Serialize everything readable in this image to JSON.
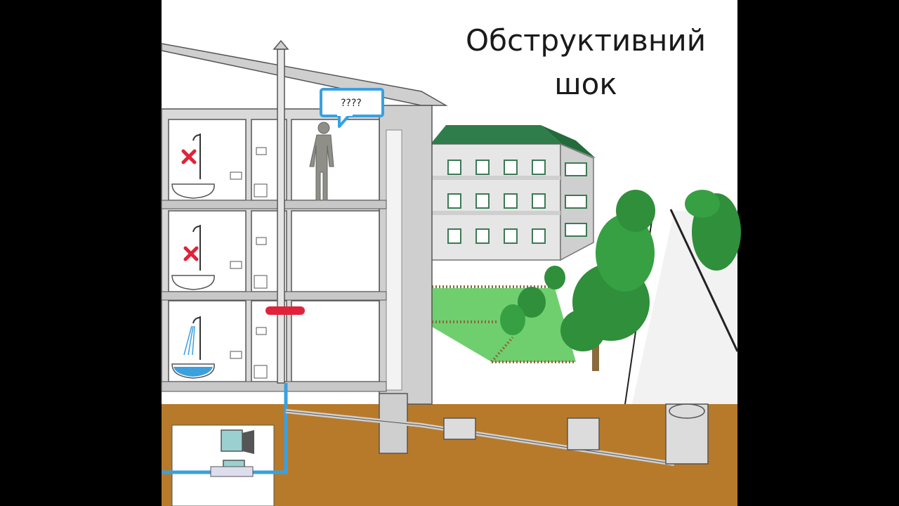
{
  "title": {
    "line1": "Обструктивний",
    "line2": "шок"
  },
  "speech_bubble": {
    "text": "????"
  },
  "floors": [
    {
      "floor": 3,
      "shower_status": "blocked",
      "marker": "cross"
    },
    {
      "floor": 2,
      "shower_status": "blocked",
      "marker": "cross"
    },
    {
      "floor": 1,
      "shower_status": "flowing",
      "marker": "water"
    }
  ],
  "colors": {
    "water": "#3aa0e0",
    "blockage": "#e0233a",
    "cross": "#e0233a",
    "soil": "#b77a2a",
    "roof": "#2e7d4a",
    "grass": "#6fcf6f",
    "tree": "#2f8f3a",
    "wall": "#d9d9d9"
  }
}
